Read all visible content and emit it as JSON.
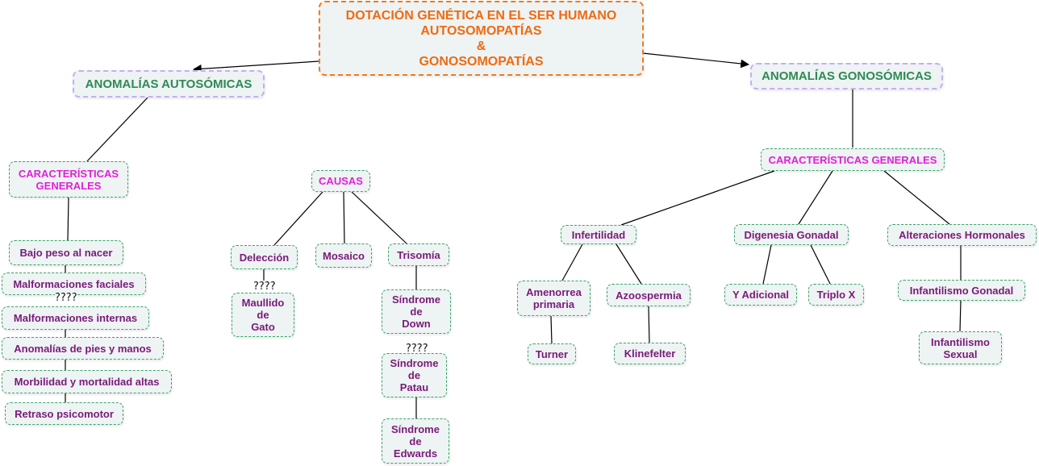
{
  "root": {
    "title": "DOTACIÓN GENÉTICA EN EL SER HUMANO\nAUTOSOMOPATÍAS\n&\nGONOSOMOPATÍAS"
  },
  "branches": {
    "autosomal": "ANOMALÍAS AUTOSÓMICAS",
    "gonosomal": "ANOMALÍAS GONOSÓMICAS"
  },
  "autosomal": {
    "characteristics": {
      "title": "CARACTERÍSTICAS\nGENERALES",
      "items": [
        "Bajo peso al nacer",
        "Malformaciones faciales",
        "Malformaciones internas",
        "Anomalías de pies y manos",
        "Morbilidad y mortalidad altas",
        "Retraso psicomotor"
      ]
    },
    "causes": {
      "title": "CAUSAS",
      "deletion": "Delección",
      "mosaic": "Mosaico",
      "trisomy": "Trisomía",
      "cat_cry": "Maullido\nde\nGato",
      "down": "Síndrome\nde\nDown",
      "patau": "Síndrome\nde\nPatau",
      "edwards": "Síndrome\nde\nEdwards"
    },
    "unknown_marks": [
      "????",
      "????",
      "????"
    ]
  },
  "gonosomal": {
    "characteristics": {
      "title": "CARACTERÍSTICAS GENERALES"
    },
    "infertility": {
      "title": "Infertilidad",
      "amenorrhea": "Amenorrea\nprimaria",
      "azoospermia": "Azoospermia",
      "turner": "Turner",
      "klinefelter": "Klinefelter"
    },
    "gonadal": {
      "title": "Digenesia Gonadal",
      "y_extra": "Y Adicional",
      "triple_x": "Triplo X"
    },
    "hormonal": {
      "title": "Alteraciones Hormonales",
      "gonadal_inf": "Infantilismo Gonadal",
      "sexual_inf": "Infantilismo\nSexual"
    }
  }
}
